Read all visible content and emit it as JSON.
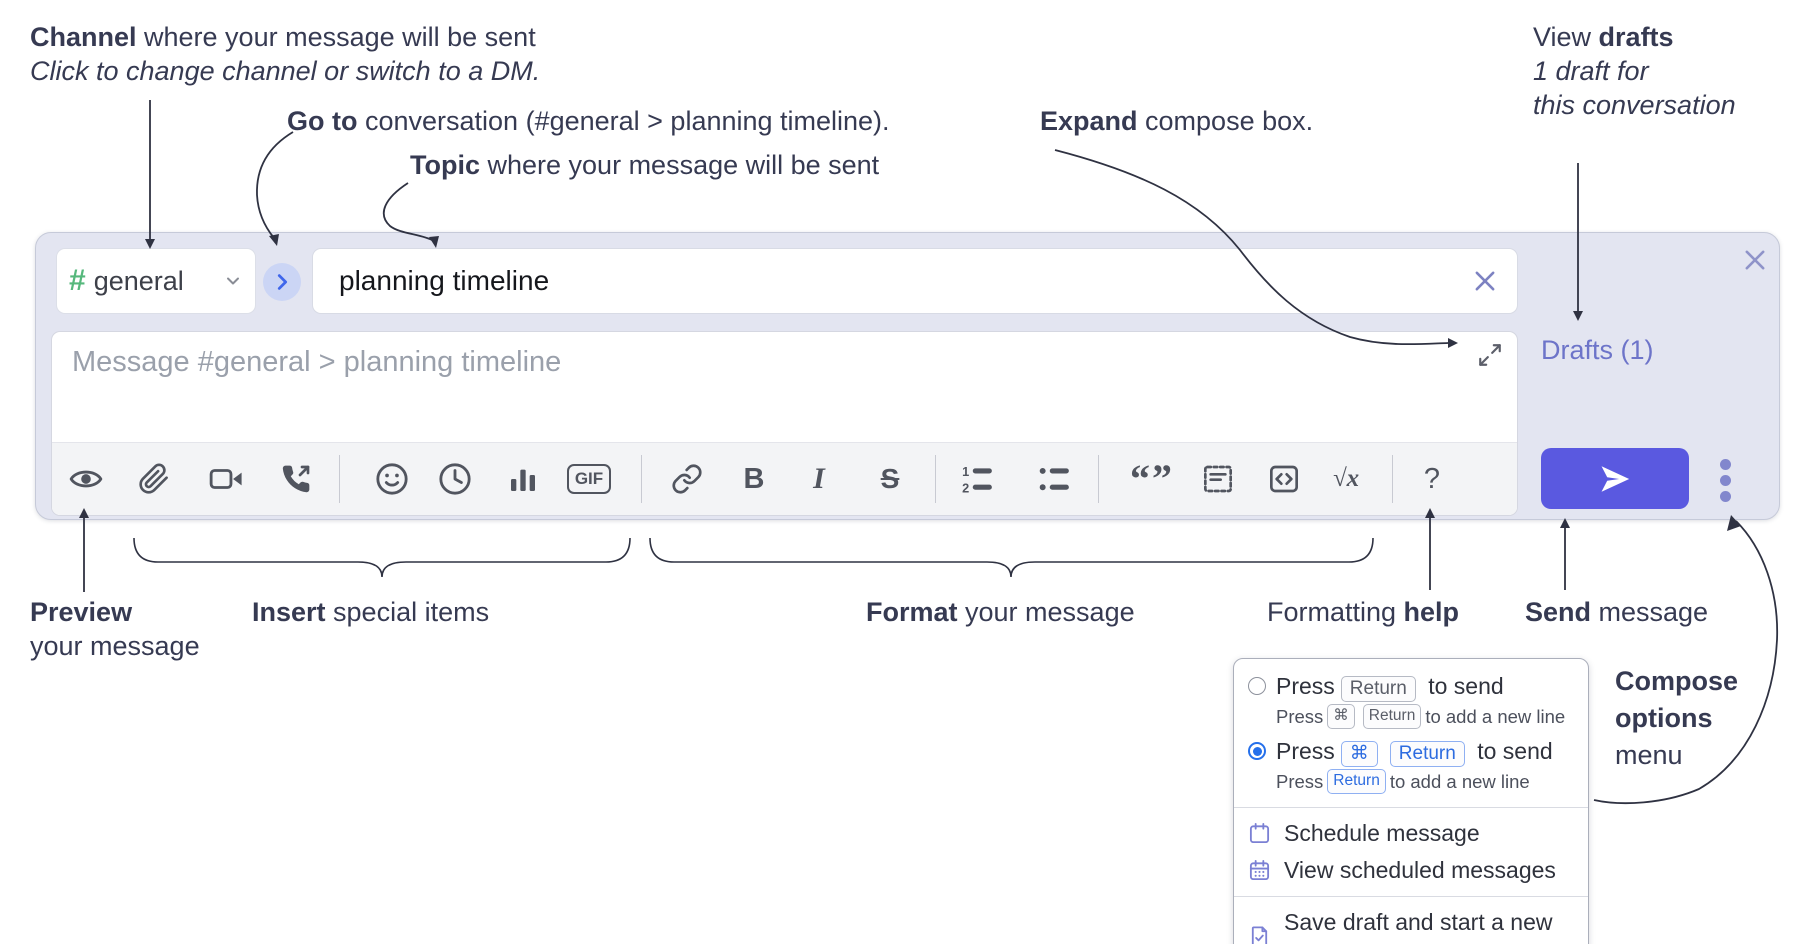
{
  "colors": {
    "annotation": "#363a52",
    "compose-bg": "#e3e5f1",
    "send-btn": "#5a59e0",
    "drafts-link": "#6d74c9",
    "hash-green": "#56b87c",
    "goto-blue": "#3f66eb",
    "key-blue": "#2d6ce0",
    "radio-blue": "#2570eb",
    "icon-gray": "#51555f",
    "purple-icon": "#7b80d4"
  },
  "annotations": {
    "channel": {
      "bold": "Channel",
      "rest": " where your message will be sent",
      "sub": "Click to change channel or switch to a DM."
    },
    "goto": {
      "bold": "Go to",
      "rest": " conversation (#general > planning timeline)."
    },
    "topic": {
      "bold": "Topic",
      "rest": " where your message will be sent"
    },
    "expand": {
      "bold": "Expand",
      "rest": " compose box."
    },
    "view_drafts": {
      "pre": "View ",
      "bold": "drafts",
      "line2": "1 draft for",
      "line3": "this conversation"
    },
    "preview": {
      "bold": "Preview",
      "line2": "your message"
    },
    "insert": {
      "bold": "Insert",
      "rest": " special items"
    },
    "format": {
      "bold": "Format",
      "rest": " your message"
    },
    "formatting_help": {
      "pre": "Formatting ",
      "bold": "help"
    },
    "send": {
      "bold": "Send",
      "rest": " message"
    },
    "compose_options": {
      "line1": "Compose",
      "line2": "options",
      "line3": "menu"
    }
  },
  "compose": {
    "channel": {
      "name": "general",
      "hash": "#"
    },
    "topic": {
      "value": "planning timeline"
    },
    "message": {
      "placeholder": "Message #general > planning timeline"
    },
    "drafts_link": "Drafts (1)",
    "toolbar": {
      "groups": [
        [
          "preview-eye",
          "attach-file",
          "start-video-call",
          "start-voice-call"
        ],
        [
          "emoji",
          "global-time",
          "poll",
          "gif"
        ],
        [
          "link",
          "bold",
          "italic",
          "strikethrough"
        ],
        [
          "numbered-list",
          "bulleted-list"
        ],
        [
          "quote",
          "spoiler",
          "code",
          "math"
        ],
        [
          "message-formatting-help"
        ]
      ],
      "glyphs": {
        "bold": "B",
        "italic": "I",
        "strike": "S",
        "quote": "“”",
        "math": "√x",
        "help": "?",
        "gif": "GIF"
      }
    }
  },
  "menu": {
    "option1": {
      "press": "Press",
      "key": "Return",
      "after": " to send",
      "sub_press": "Press",
      "sub_key1": "⌘",
      "sub_key2": "Return",
      "sub_after": " to add a new line"
    },
    "option2": {
      "press": "Press",
      "key1": "⌘",
      "key2": "Return",
      "after": " to send",
      "sub_press": "Press",
      "sub_key": "Return",
      "sub_after": " to add a new line"
    },
    "items": [
      {
        "label": "Schedule message",
        "icon": "calendar-icon"
      },
      {
        "label": "View scheduled messages",
        "icon": "calendar-days-icon"
      },
      {
        "label": "Save draft and start a new message",
        "icon": "save-draft-icon"
      }
    ]
  }
}
